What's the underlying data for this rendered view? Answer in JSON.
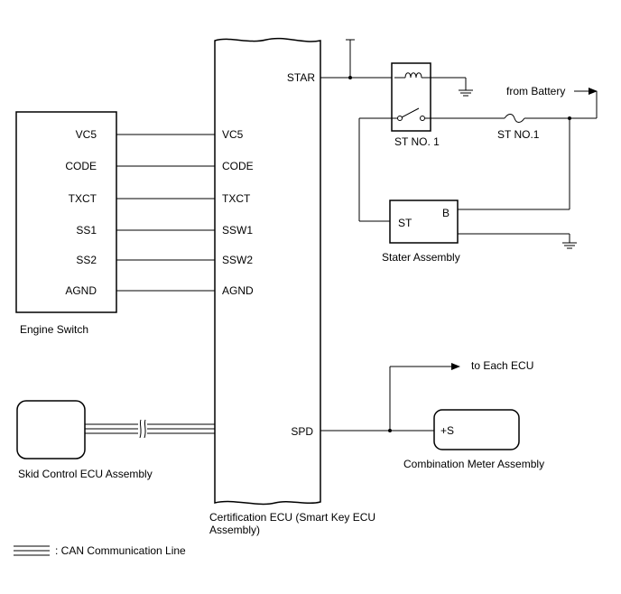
{
  "engine_switch": {
    "label": "Engine Switch",
    "pins": [
      "VC5",
      "CODE",
      "TXCT",
      "SS1",
      "SS2",
      "AGND"
    ]
  },
  "certification_ecu": {
    "label_line1": "Certification ECU (Smart Key ECU",
    "label_line2": "Assembly)",
    "left_pins": [
      "VC5",
      "CODE",
      "TXCT",
      "SSW1",
      "SSW2",
      "AGND"
    ],
    "star_pin": "STAR",
    "spd_pin": "SPD"
  },
  "skid_control": {
    "label": "Skid Control ECU Assembly"
  },
  "relay": {
    "label": "ST NO. 1"
  },
  "fuse": {
    "label": "ST NO.1"
  },
  "battery": {
    "label": "from Battery"
  },
  "starter": {
    "label": "Stater Assembly",
    "pin_st": "ST",
    "pin_b": "B"
  },
  "each_ecu": {
    "label": "to Each ECU"
  },
  "combination_meter": {
    "label": "Combination Meter Assembly",
    "pin": "+S"
  },
  "legend": {
    "label": ": CAN Communication Line"
  }
}
